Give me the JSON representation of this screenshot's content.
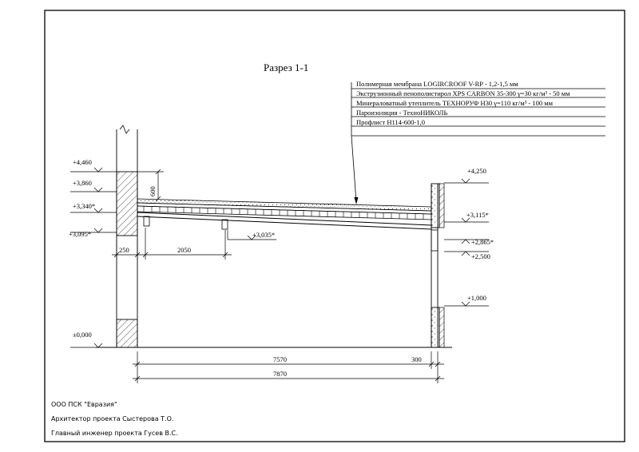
{
  "title": "Разрез 1-1",
  "layers": [
    "Полимерная мембрана LOGIRCROOF V-RP - 1,2-1,5 мм",
    "Экструзионный пенополистирол XPS CARBON 35-300 γ=30 кг/м³ - 50 мм",
    "Минераловатный утеплитель ТЕХНОРУФ Н30 γ=110 кг/м³ - 100 мм",
    "Пароизоляция - ТехноНИКОЛЬ",
    "Профлист Н114-600-1,0"
  ],
  "levels_left": [
    "+4,460",
    "+3,860",
    "+3,340*",
    "+3,095*",
    "±0,000"
  ],
  "levels_right": [
    "+4,250",
    "+3,115*",
    "+2,865*",
    "+2,500",
    "+1,000"
  ],
  "level_mid": "+3,035*",
  "dims": {
    "d250": "250",
    "d2050": "2050",
    "d600": "600",
    "d7570": "7570",
    "d300": "300",
    "d7870": "7870"
  },
  "footer": [
    "ООО ПСК \"Евразия\"",
    "Архитектор проекта Сыстерова Т.О.",
    "Главный инженер проекта Гусев В.С."
  ]
}
